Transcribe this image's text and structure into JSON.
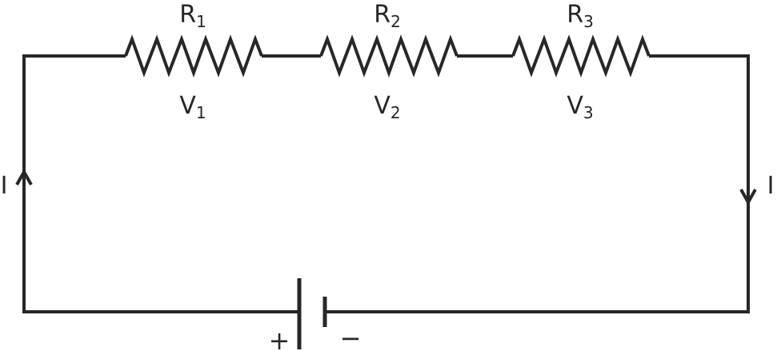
{
  "circuit": {
    "description": "Series circuit: three resistors across the top connected to a battery at the bottom, with current I circulating",
    "stroke_color": "#272727",
    "resistors": [
      {
        "label": {
          "base": "R",
          "sub": "1"
        },
        "voltage": {
          "base": "V",
          "sub": "1"
        }
      },
      {
        "label": {
          "base": "R",
          "sub": "2"
        },
        "voltage": {
          "base": "V",
          "sub": "2"
        }
      },
      {
        "label": {
          "base": "R",
          "sub": "3"
        },
        "voltage": {
          "base": "V",
          "sub": "3"
        }
      }
    ],
    "current": {
      "left": "I",
      "right": "I"
    },
    "battery": {
      "plus": "+",
      "minus": "−"
    }
  }
}
